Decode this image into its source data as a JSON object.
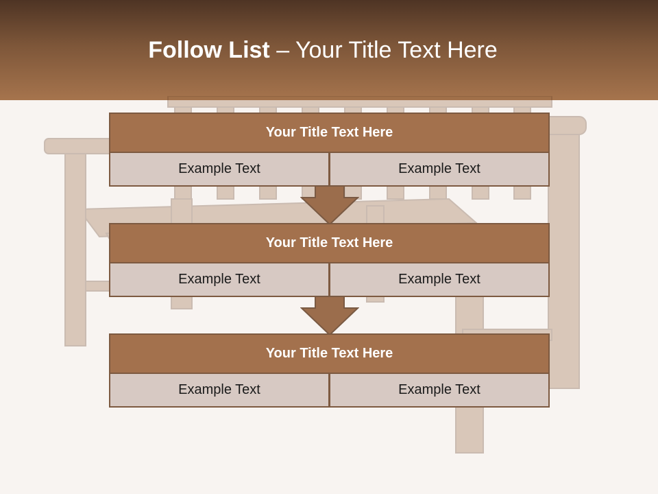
{
  "slide": {
    "title_bold": "Follow List",
    "title_rest": " – Your Title Text Here"
  },
  "blocks": [
    {
      "title": "Your Title Text Here",
      "left_text": "Example Text",
      "right_text": "Example Text"
    },
    {
      "title": "Your Title Text Here",
      "left_text": "Example Text",
      "right_text": "Example Text"
    },
    {
      "title": "Your Title Text Here",
      "left_text": "Example Text",
      "right_text": "Example Text"
    }
  ],
  "colors": {
    "header_dark": "#4e3424",
    "header_light": "#a6744d",
    "block_title": "#a3714d",
    "block_cell": "#d7c9c3",
    "border": "#7d5a41",
    "background": "#f8f4f1"
  },
  "icons": [
    "down-arrow-icon",
    "wooden-bench-image"
  ]
}
